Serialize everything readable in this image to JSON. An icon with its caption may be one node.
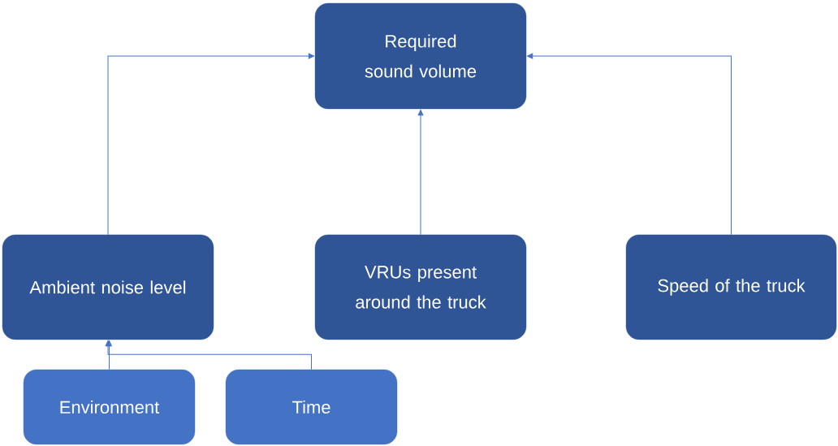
{
  "diagram": {
    "nodes": [
      {
        "text": [
          "Required sound volume"
        ]
      },
      {
        "text": [
          "Ambient noise level"
        ]
      },
      {
        "text": [
          "VRUs present around the truck"
        ]
      },
      {
        "text": [
          "Speed of the truck"
        ]
      },
      {
        "text": [
          "Environment"
        ]
      },
      {
        "text": [
          "Time"
        ]
      }
    ],
    "edges": [
      {
        "from": 1,
        "to": 0,
        "arrow": "to"
      },
      {
        "from": 2,
        "to": 0,
        "arrow": "to"
      },
      {
        "from": 3,
        "to": 0,
        "arrow": "to"
      },
      {
        "from": 4,
        "to": 1,
        "arrow": "to"
      },
      {
        "from": 5,
        "to": 1,
        "arrow": "to"
      }
    ]
  }
}
